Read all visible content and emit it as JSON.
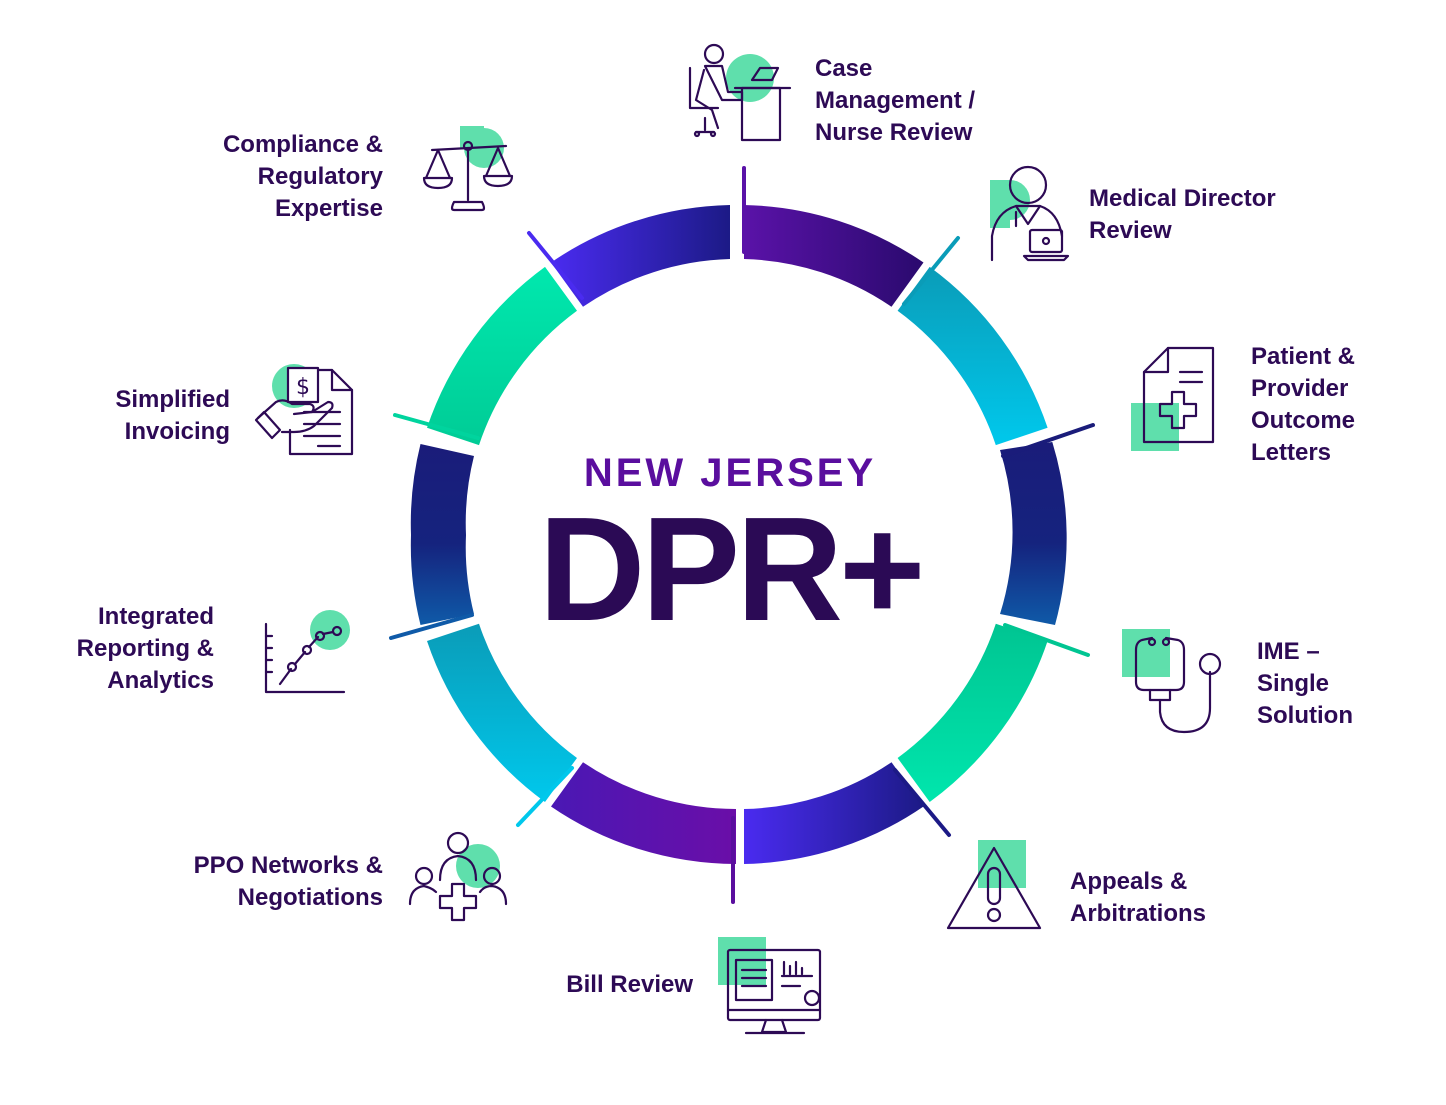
{
  "center": {
    "kicker": "NEW JERSEY",
    "title": "DPR+"
  },
  "colors": {
    "label": "#2d0a55",
    "kicker": "#5a0e9e",
    "title": "#2b0a55",
    "icon_accent": "#5fdfac",
    "icon_line": "#2d0a55"
  },
  "services": [
    {
      "lines": [
        "Case",
        "Management /",
        "Nurse Review"
      ],
      "icon": "desk-worker-icon"
    },
    {
      "lines": [
        "Medical Director",
        "Review"
      ],
      "icon": "doctor-laptop-icon"
    },
    {
      "lines": [
        "Patient &",
        "Provider",
        "Outcome",
        "Letters"
      ],
      "icon": "medical-document-icon"
    },
    {
      "lines": [
        "IME –",
        "Single",
        "Solution"
      ],
      "icon": "stethoscope-icon"
    },
    {
      "lines": [
        "Appeals &",
        "Arbitrations"
      ],
      "icon": "warning-triangle-icon"
    },
    {
      "lines": [
        "Bill Review"
      ],
      "icon": "computer-monitor-icon"
    },
    {
      "lines": [
        "PPO Networks &",
        "Negotiations"
      ],
      "icon": "network-cross-icon"
    },
    {
      "lines": [
        "Integrated",
        "Reporting &",
        "Analytics"
      ],
      "icon": "line-chart-icon"
    },
    {
      "lines": [
        "Simplified",
        "Invoicing"
      ],
      "icon": "invoice-hand-icon"
    },
    {
      "lines": [
        "Compliance &",
        "Regulatory",
        "Expertise"
      ],
      "icon": "scales-icon"
    }
  ]
}
